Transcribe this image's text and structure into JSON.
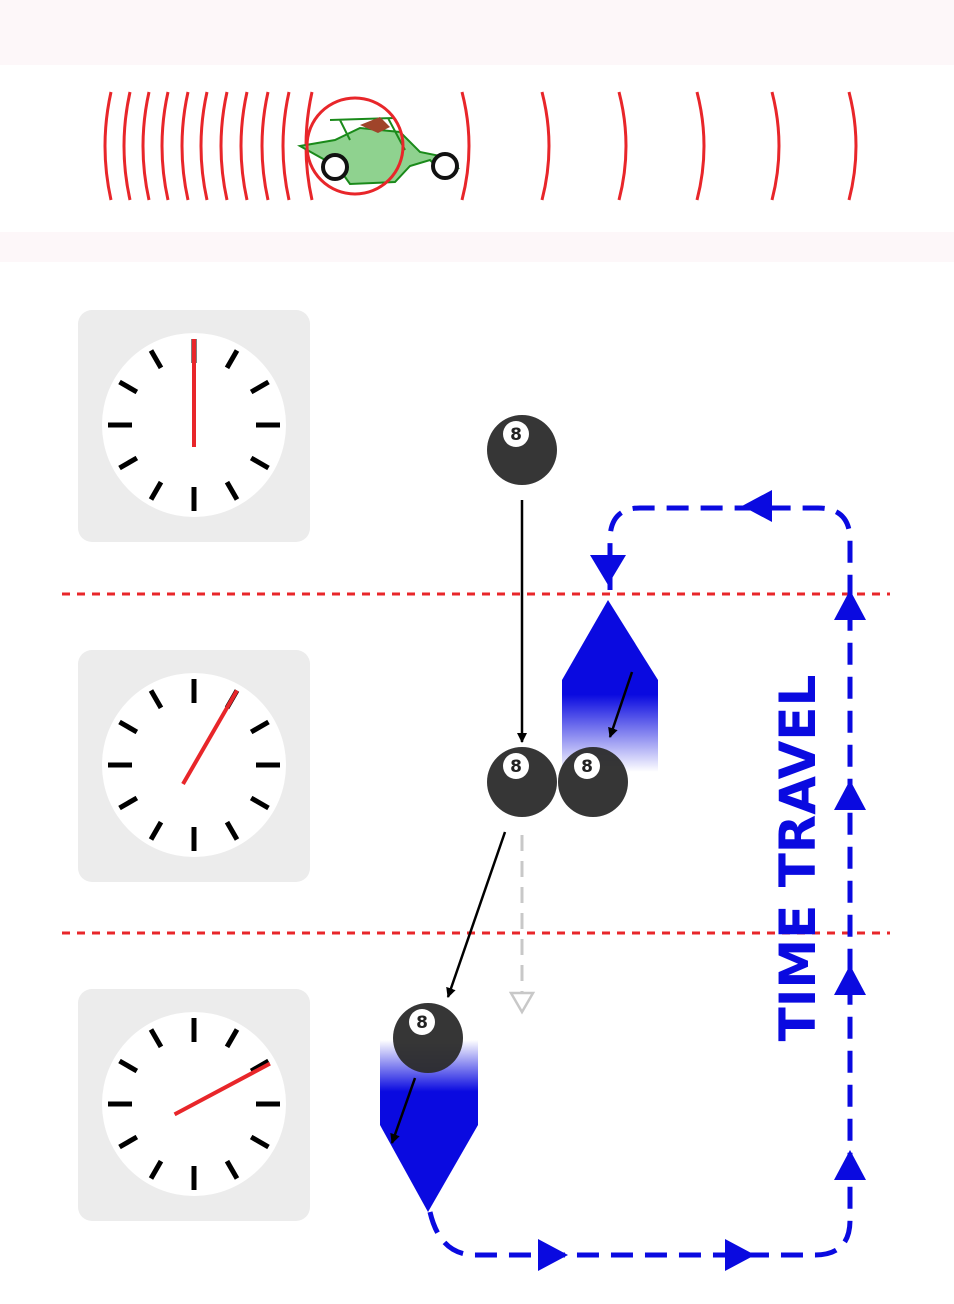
{
  "title_label": "TIME TRAVEL",
  "ball_label": "8",
  "colors": {
    "blue": "#0a0ae0",
    "red": "#e8262a",
    "ball": "#2b2b2b",
    "clock_bg": "#ececec",
    "band": "#fdf7f9"
  },
  "clocks": [
    {
      "name": "clock-past",
      "hand_angle_deg": 0
    },
    {
      "name": "clock-present",
      "hand_angle_deg": 30
    },
    {
      "name": "clock-future",
      "hand_angle_deg": 62
    }
  ]
}
